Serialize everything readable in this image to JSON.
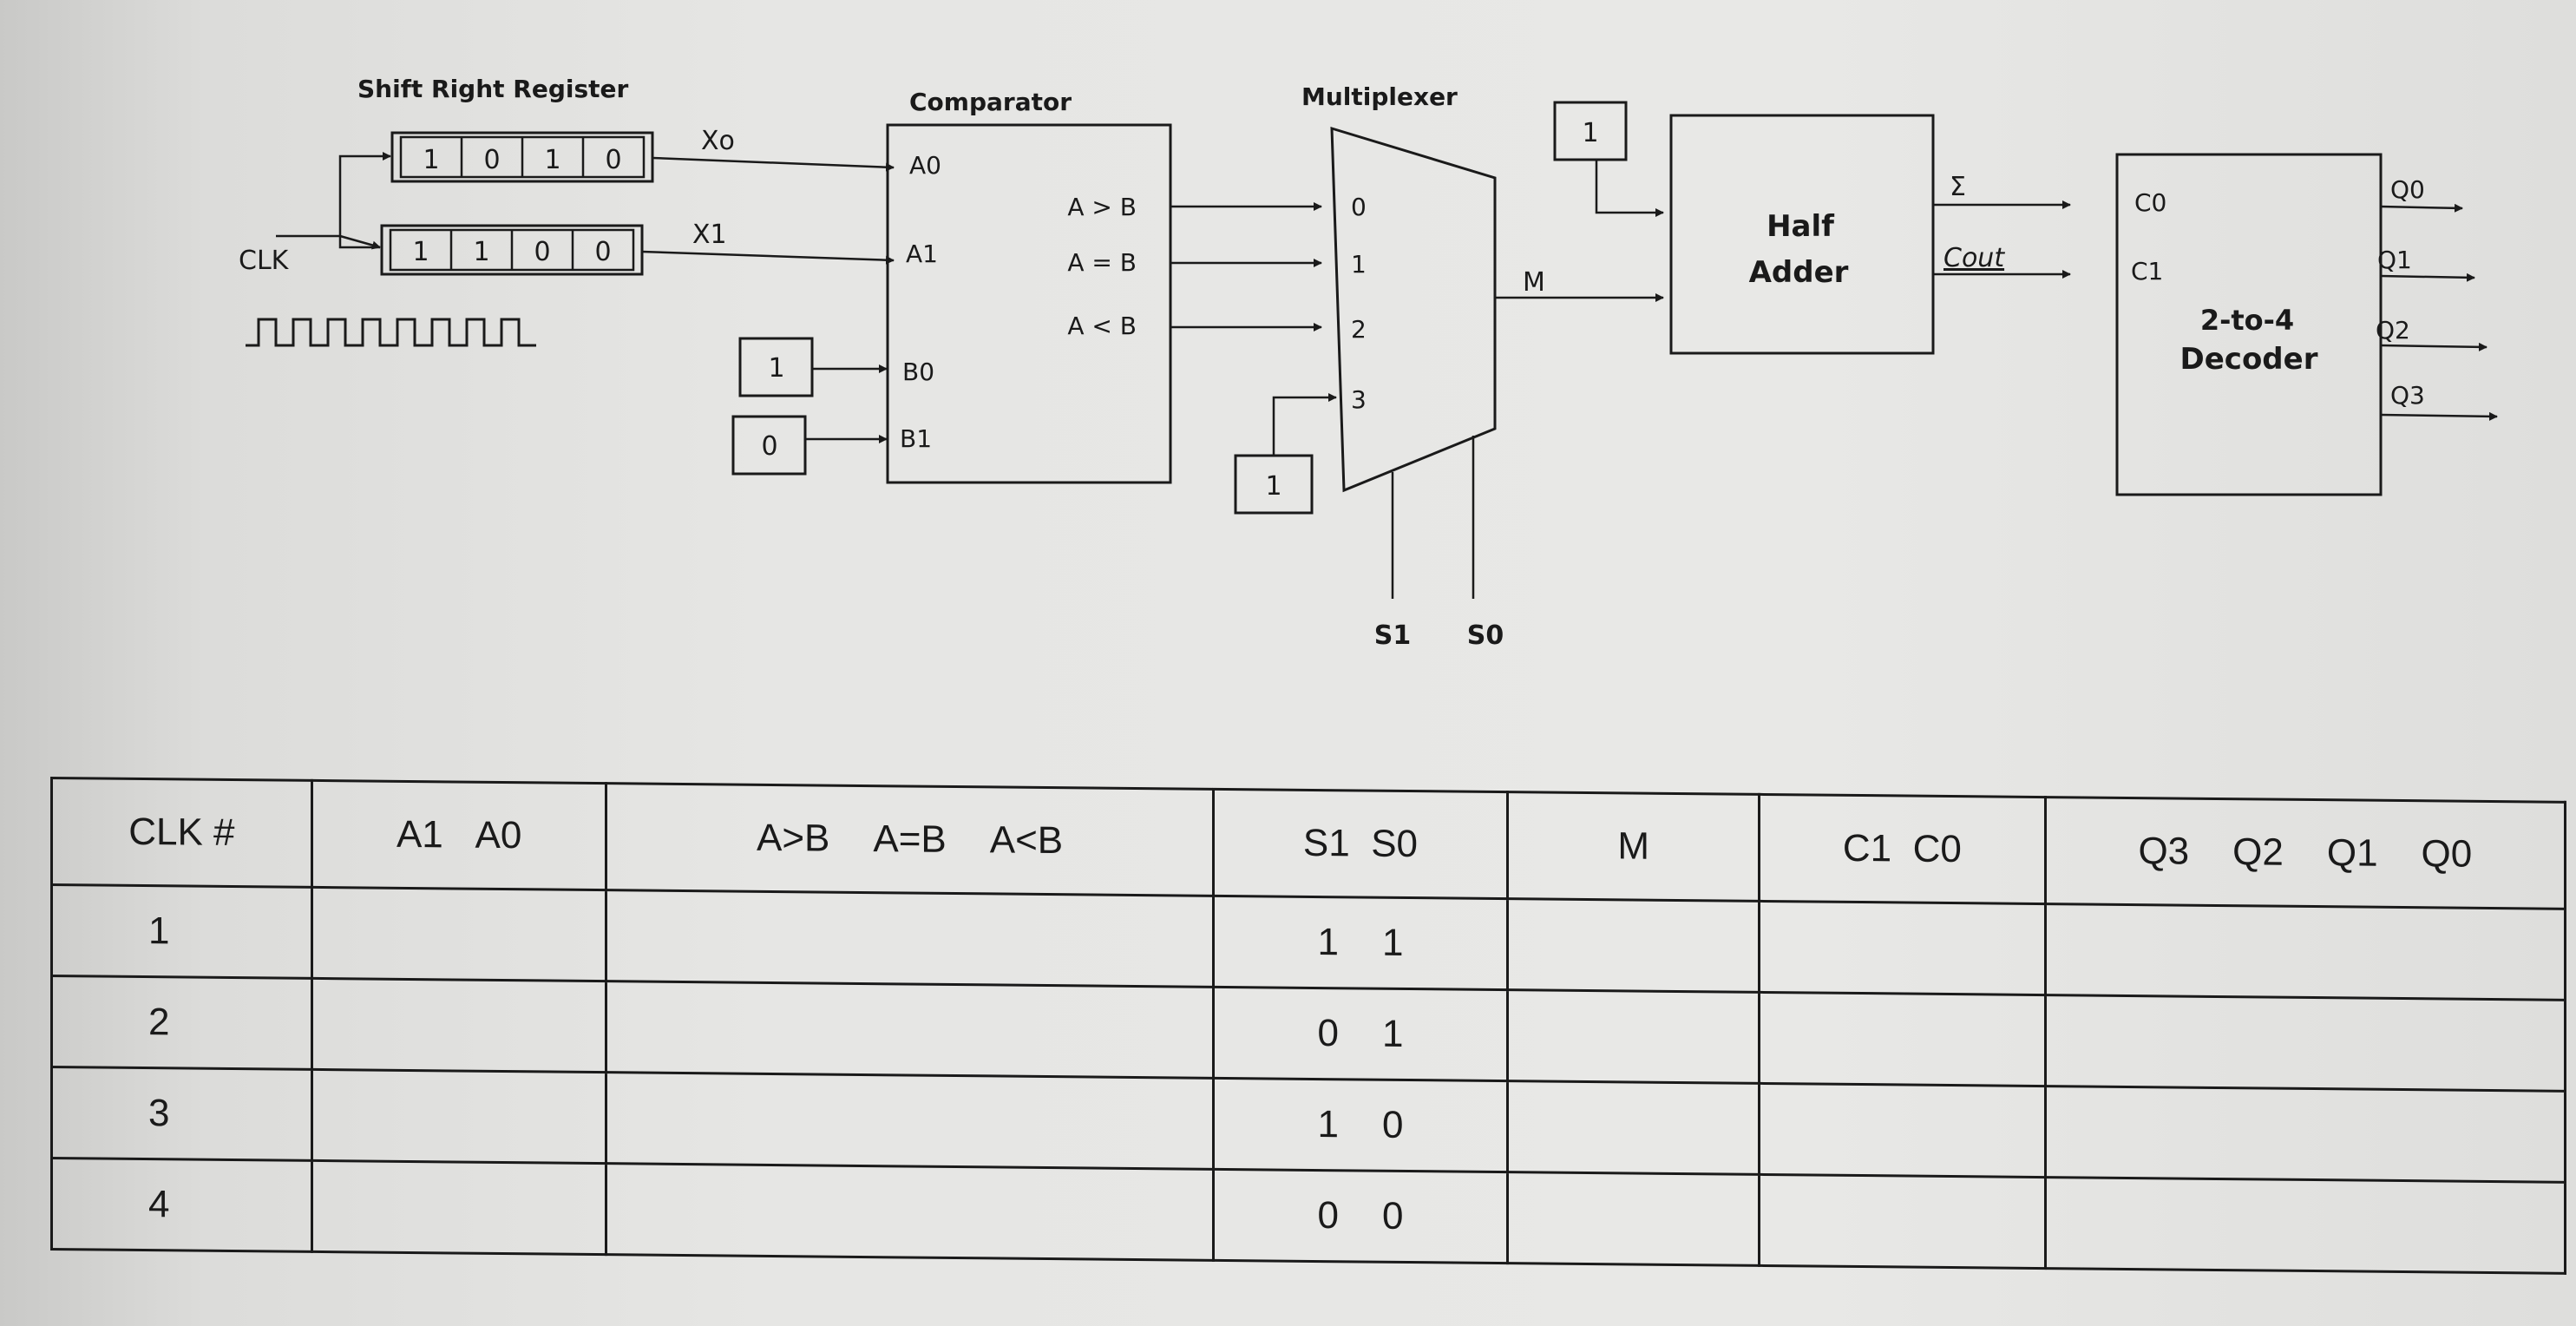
{
  "diagram": {
    "register_title": "Shift Right Register",
    "register_x0_bits": [
      "1",
      "0",
      "1",
      "0"
    ],
    "register_x1_bits": [
      "1",
      "1",
      "0",
      "0"
    ],
    "x0_label": "Xo",
    "x1_label": "X1",
    "clk_label": "CLK",
    "comparator_title": "Comparator",
    "comparator_inputs": [
      "A0",
      "A1",
      "B0",
      "B1"
    ],
    "comparator_outputs": [
      "A > B",
      "A = B",
      "A < B"
    ],
    "b0_value": "1",
    "b1_value": "0",
    "multiplexer_title": "Multiplexer",
    "mux_inputs": [
      "0",
      "1",
      "2",
      "3"
    ],
    "mux_input3_value": "1",
    "mux_selects": [
      "S1",
      "S0"
    ],
    "mux_output_label": "M",
    "half_adder_top_input": "1",
    "half_adder_label_line1": "Half",
    "half_adder_label_line2": "Adder",
    "sum_label": "Σ",
    "cout_label": "Cout",
    "decoder_inputs": [
      "C0",
      "C1"
    ],
    "decoder_label_line1": "2-to-4",
    "decoder_label_line2": "Decoder",
    "decoder_outputs": [
      "Q0",
      "Q1",
      "Q2",
      "Q3"
    ]
  },
  "table": {
    "headers": {
      "clk": "CLK #",
      "a1": "A1",
      "a0": "A0",
      "agtb": "A>B",
      "aeqb": "A=B",
      "altb": "A<B",
      "s1": "S1",
      "s0": "S0",
      "m": "M",
      "c1": "C1",
      "c0": "C0",
      "q3": "Q3",
      "q2": "Q2",
      "q1": "Q1",
      "q0": "Q0"
    },
    "rows": [
      {
        "clk": "1",
        "s1": "1",
        "s0": "1"
      },
      {
        "clk": "2",
        "s1": "0",
        "s0": "1"
      },
      {
        "clk": "3",
        "s1": "1",
        "s0": "0"
      },
      {
        "clk": "4",
        "s1": "0",
        "s0": "0"
      }
    ]
  }
}
